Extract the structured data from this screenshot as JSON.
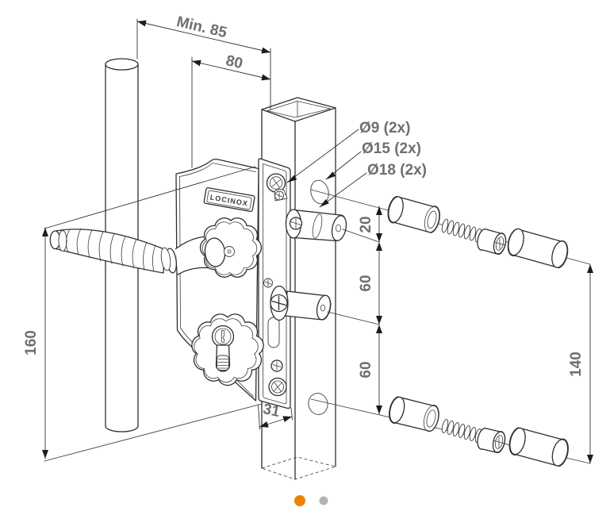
{
  "drawing": {
    "brand_label": "LOCINOX",
    "dimensions": {
      "min_width": "Min. 85",
      "backset": "80",
      "hole_9": "Ø9 (2x)",
      "hole_15": "Ø15 (2x)",
      "hole_18": "Ø18 (2x)",
      "pin_offset": "20",
      "gap_upper": "60",
      "gap_lower": "60",
      "height_left": "160",
      "fixation_spacing": "140",
      "profile_width": "31"
    },
    "colors": {
      "line": "#2e2e2e",
      "dim_text": "#6f6f6f",
      "dot_active": "#F08100",
      "dot_inactive": "#B4B4B4"
    }
  },
  "carousel": {
    "dot_count": "2"
  }
}
